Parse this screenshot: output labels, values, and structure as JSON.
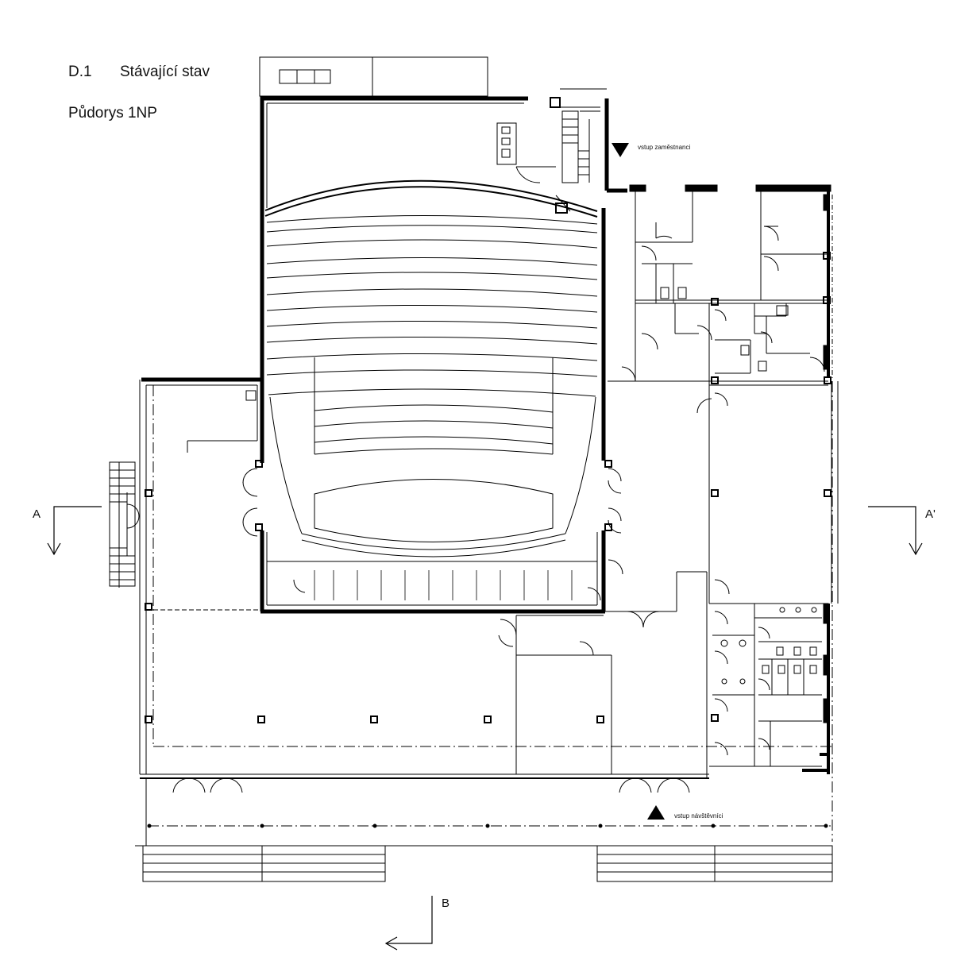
{
  "header": {
    "code": "D.1",
    "title": "Stávající stav",
    "subtitle": "Půdorys 1NP"
  },
  "annotations": {
    "staff_entrance": "vstup zaměstnanci",
    "visitor_entrance": "vstup návštěvníci"
  },
  "section_marks": {
    "a": "A",
    "a_prime": "A'",
    "b": "B"
  },
  "colors": {
    "ink": "#111111",
    "paper": "#ffffff",
    "wall": "#000000"
  }
}
